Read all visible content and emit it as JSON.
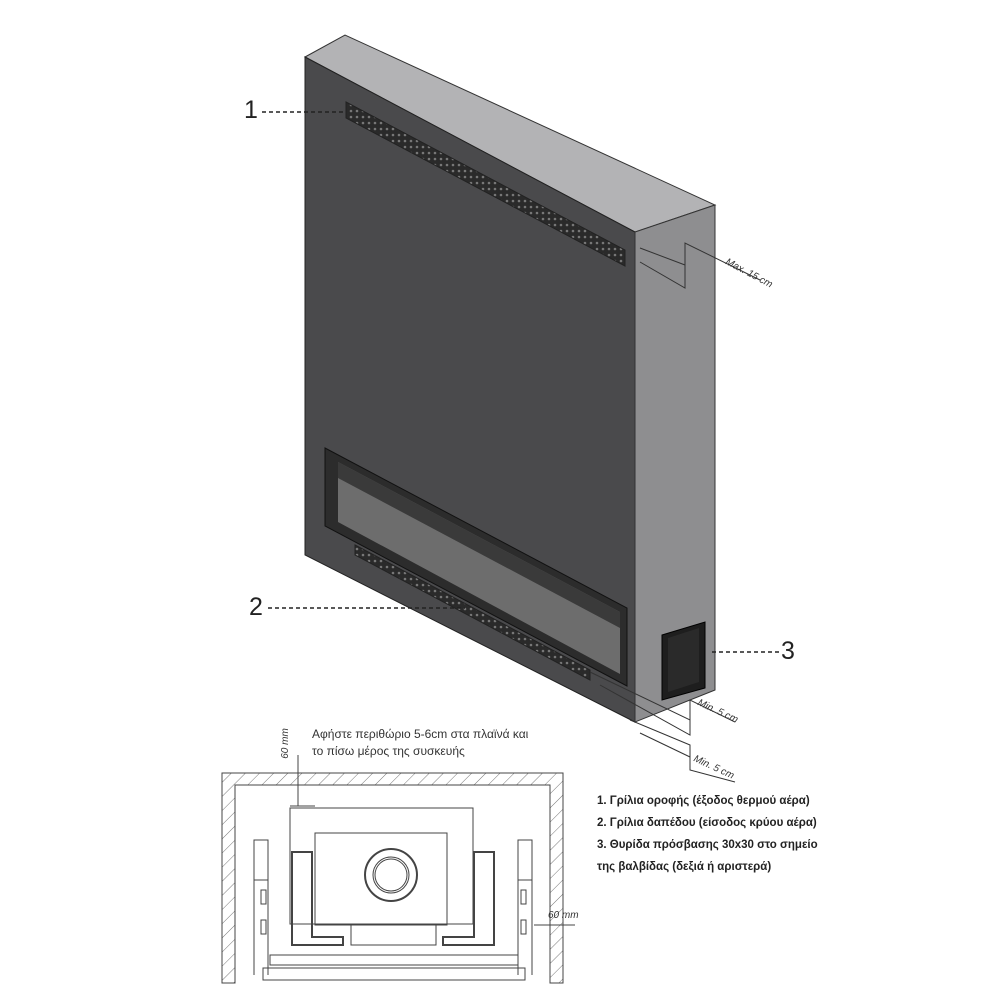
{
  "callouts": {
    "c1": "1",
    "c2": "2",
    "c3": "3"
  },
  "dimensions": {
    "max_top": "Max. 15 cm",
    "min_side_1": "Min. 5 cm",
    "min_side_2": "Min. 5 cm",
    "plan_back": "60 mm",
    "plan_side": "60 mm"
  },
  "note": {
    "line1": "Αφήστε περιθώριο 5-6cm στα πλαϊνά και",
    "line2": "το πίσω μέρος της συσκευής"
  },
  "legend": {
    "item1": "1. Γρίλια οροφής (έξοδος θερμού αέρα)",
    "item2": "2. Γρίλια δαπέδου (είσοδος κρύου αέρα)",
    "item3_line1": "3. Θυρίδα πρόσβασης 30x30 στο σημείο",
    "item3_line2": "της βαλβίδας (δεξιά ή αριστερά)"
  },
  "colors": {
    "front": "#4a4a4c",
    "top": "#b3b3b5",
    "side": "#8e8e90",
    "glass": "#6d6d6d"
  }
}
